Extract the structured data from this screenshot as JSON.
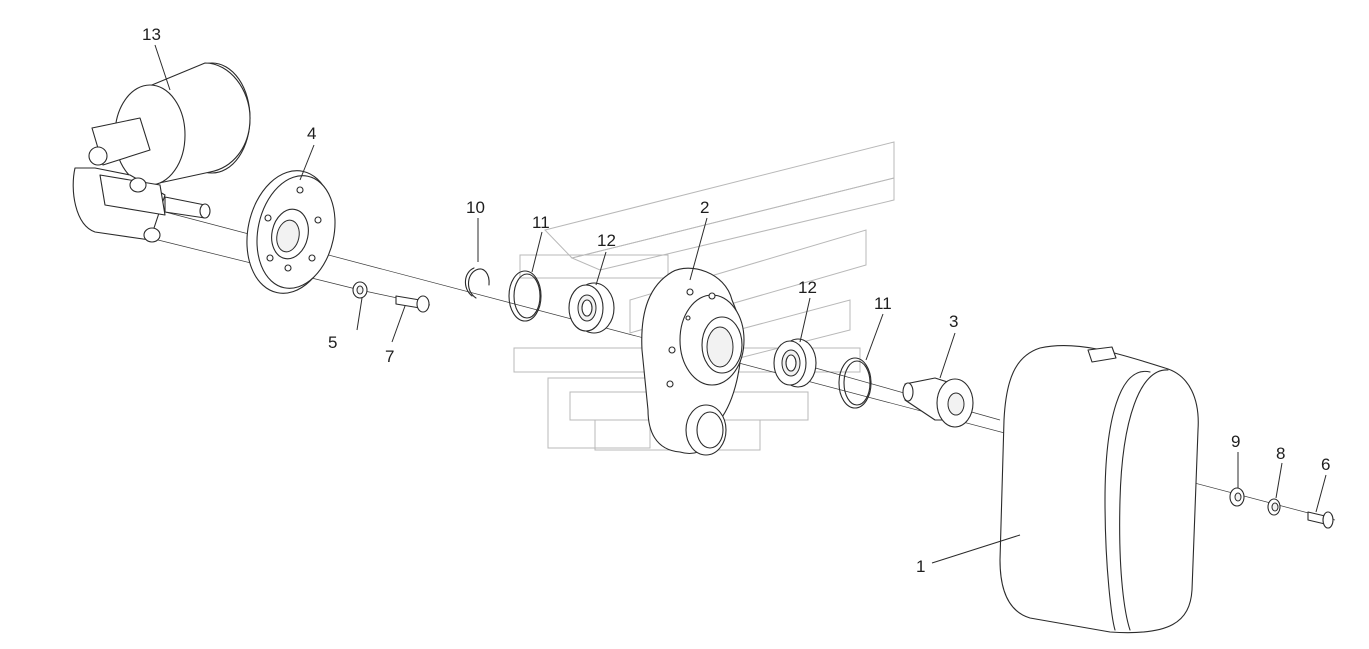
{
  "callouts": [
    {
      "id": "1",
      "label": "1"
    },
    {
      "id": "2",
      "label": "2"
    },
    {
      "id": "3",
      "label": "3"
    },
    {
      "id": "4",
      "label": "4"
    },
    {
      "id": "5",
      "label": "5"
    },
    {
      "id": "6",
      "label": "6"
    },
    {
      "id": "7",
      "label": "7"
    },
    {
      "id": "8",
      "label": "8"
    },
    {
      "id": "9",
      "label": "9"
    },
    {
      "id": "10",
      "label": "10"
    },
    {
      "id": "11a",
      "label": "11"
    },
    {
      "id": "11b",
      "label": "11"
    },
    {
      "id": "12a",
      "label": "12"
    },
    {
      "id": "12b",
      "label": "12"
    },
    {
      "id": "13",
      "label": "13"
    }
  ]
}
